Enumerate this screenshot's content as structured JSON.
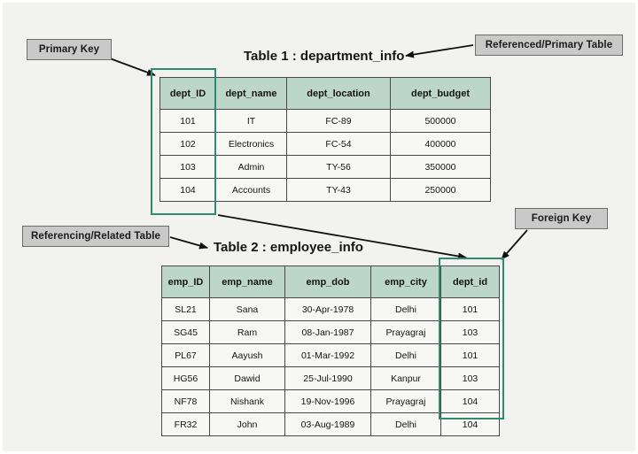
{
  "diagram": {
    "background_color": "#f2f2f0",
    "header_color": "#bdd6cc",
    "highlight_color": "#2e8b72",
    "callout_color": "#c9c9c9"
  },
  "callouts": {
    "primary_key": "Primary Key",
    "referenced_table": "Referenced/Primary Table",
    "referencing_table": "Referencing/Related Table",
    "foreign_key": "Foreign Key"
  },
  "table1": {
    "title": "Table 1 : department_info",
    "columns": [
      "dept_ID",
      "dept_name",
      "dept_location",
      "dept_budget"
    ],
    "rows": [
      [
        "101",
        "IT",
        "FC-89",
        "500000"
      ],
      [
        "102",
        "Electronics",
        "FC-54",
        "400000"
      ],
      [
        "103",
        "Admin",
        "TY-56",
        "350000"
      ],
      [
        "104",
        "Accounts",
        "TY-43",
        "250000"
      ]
    ]
  },
  "table2": {
    "title": "Table 2 : employee_info",
    "columns": [
      "emp_ID",
      "emp_name",
      "emp_dob",
      "emp_city",
      "dept_id"
    ],
    "rows": [
      [
        "SL21",
        "Sana",
        "30-Apr-1978",
        "Delhi",
        "101"
      ],
      [
        "SG45",
        "Ram",
        "08-Jan-1987",
        "Prayagraj",
        "103"
      ],
      [
        "PL67",
        "Aayush",
        "01-Mar-1992",
        "Delhi",
        "101"
      ],
      [
        "HG56",
        "Dawid",
        "25-Jul-1990",
        "Kanpur",
        "103"
      ],
      [
        "NF78",
        "Nishank",
        "19-Nov-1996",
        "Prayagraj",
        "104"
      ],
      [
        "FR32",
        "John",
        "03-Aug-1989",
        "Delhi",
        "104"
      ]
    ]
  }
}
